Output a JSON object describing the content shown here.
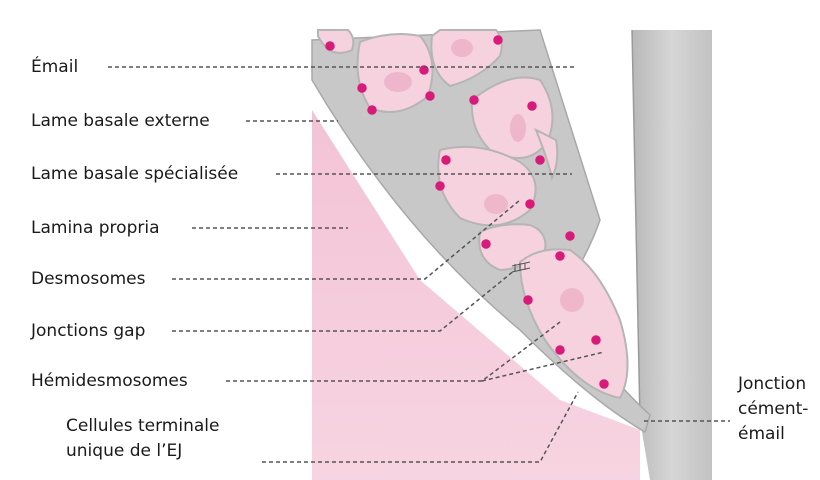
{
  "labels": {
    "email": "Émail",
    "lame_basale_externe": "Lame basale externe",
    "lame_basale_specialisee": "Lame basale spécialisée",
    "lamina_propria": "Lamina propria",
    "desmosomes": "Desmosomes",
    "jonctions_gap": "Jonctions gap",
    "hemidesmosomes": "Hémidesmosomes",
    "cellules_line1": "Cellules terminale",
    "cellules_line2": "unique de l’EJ",
    "jonction_line1": "Jonction",
    "jonction_line2": "cément-",
    "jonction_line3": "émail"
  },
  "colors": {
    "lamina": "#f0b8cc",
    "cell_fill": "#f6d2de",
    "cell_border": "#c9c9c9",
    "desmosome": "#d81b7a",
    "enamel": "#ffffff",
    "cementum": "#c4c4c4",
    "leader": "#555555"
  }
}
